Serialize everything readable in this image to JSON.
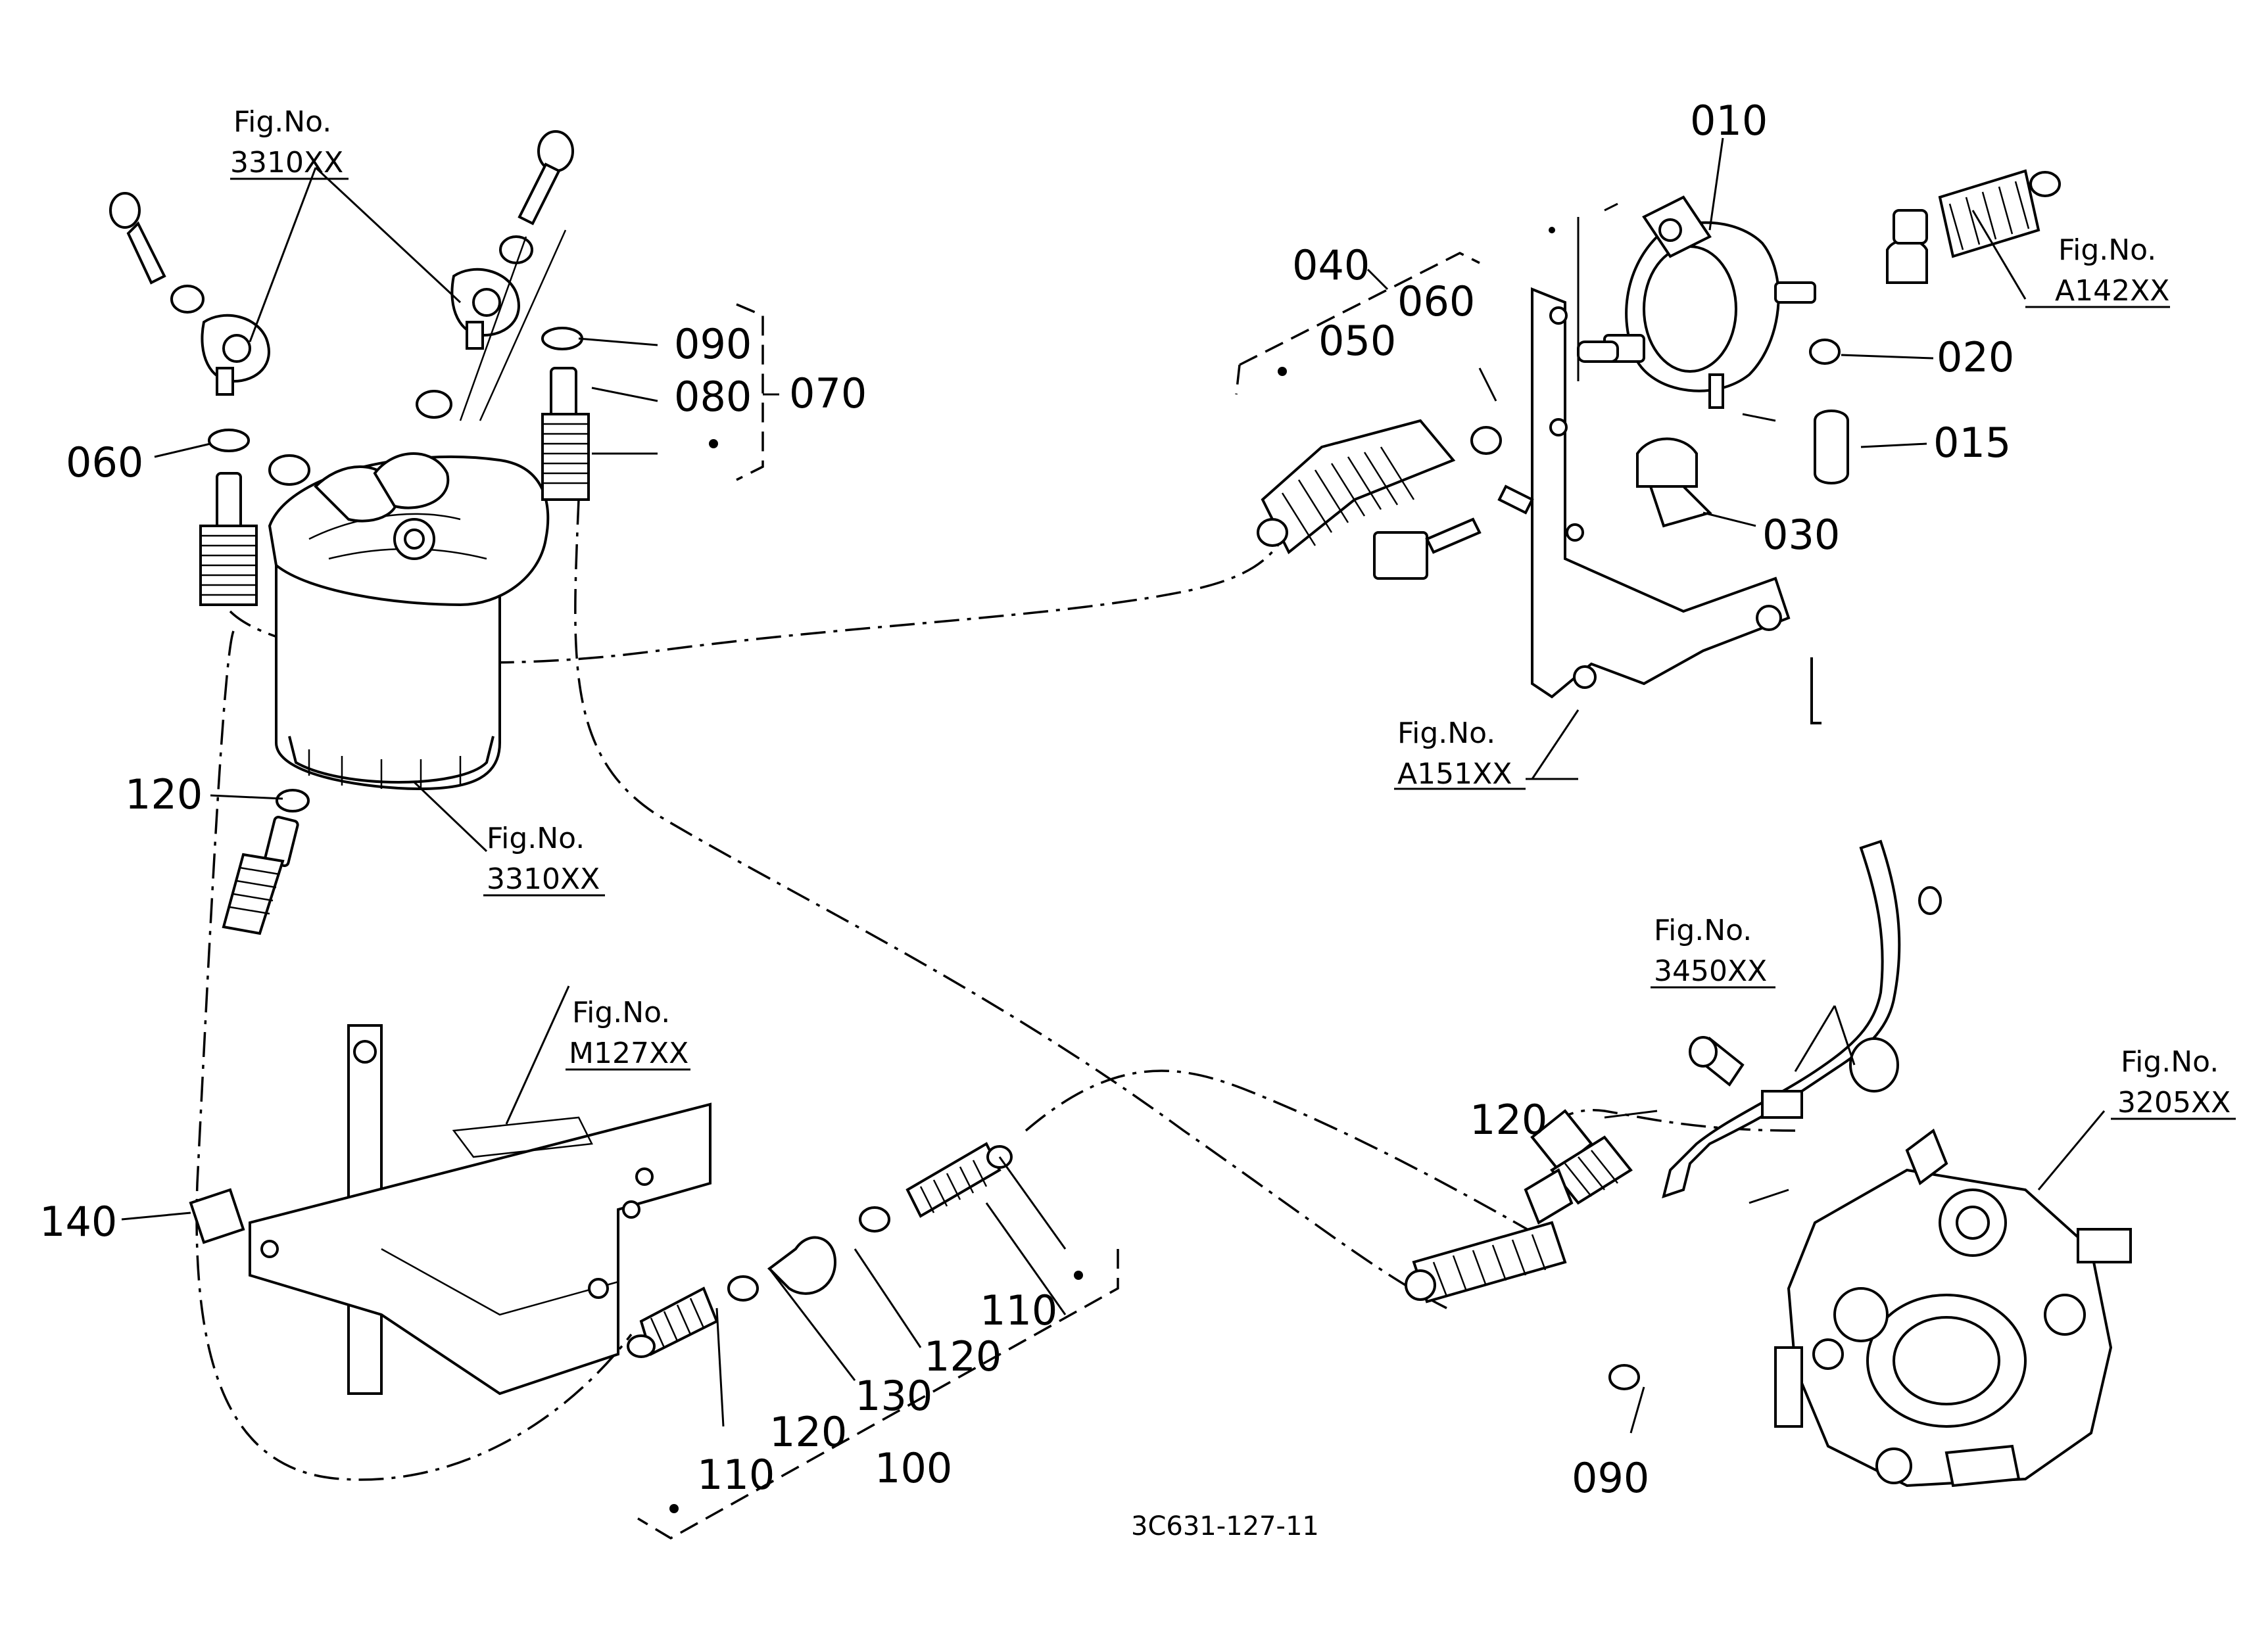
{
  "figure_ref_label": "Fig.No.",
  "part_labels": {
    "p010": "010",
    "p015": "015",
    "p020": "020",
    "p030": "030",
    "p040": "040",
    "p050": "050",
    "p060_top": "060",
    "p060_left": "060",
    "p070": "070",
    "p080": "080",
    "p090_top": "090",
    "p090_bottom": "090",
    "p100": "100",
    "p110_left": "110",
    "p110_right": "110",
    "p120_upper": "120",
    "p120_mid_right": "120",
    "p120_low_a": "120",
    "p120_low_b": "120",
    "p130": "130",
    "p140": "140"
  },
  "figure_refs": {
    "filter_top": "3310XX",
    "filter_bottom": "3310XX",
    "pump_top": "A142XX",
    "bracket": "A151XX",
    "return_pipe": "3450XX",
    "injection_pump": "3205XX",
    "bracket_left": "M127XX"
  },
  "drawing_code": "3C631-127-11"
}
